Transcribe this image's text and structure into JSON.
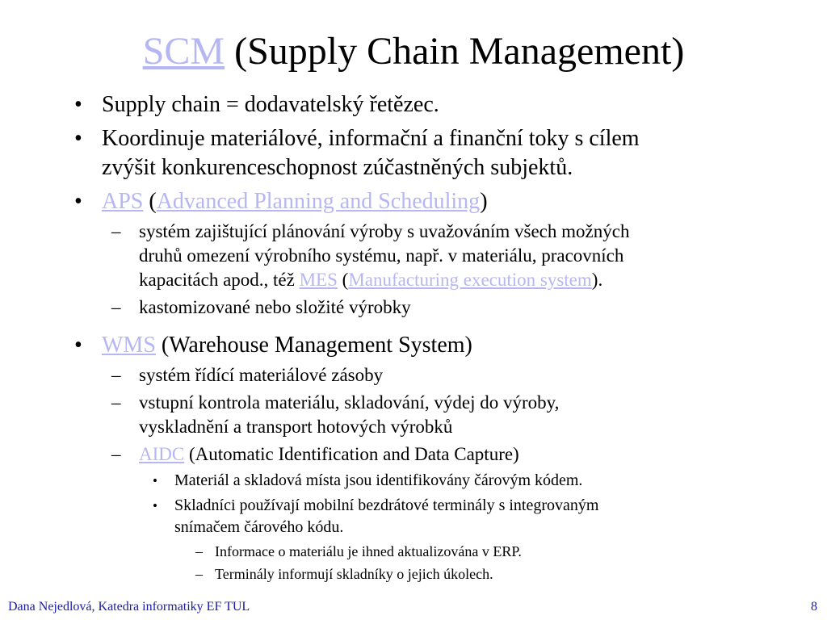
{
  "title": {
    "link": "SCM",
    "rest": " (Supply Chain Management)"
  },
  "bullets": {
    "b1": "Supply chain = dodavatelský řetězec.",
    "b2_line1": "Koordinuje materiálové, informační a finanční toky s cílem",
    "b2_line2": "zvýšit konkurenceschopnost zúčastněných subjektů.",
    "aps": {
      "link": "APS",
      "open": " (",
      "full_link": "Advanced Planning and Scheduling",
      "close": ")"
    },
    "aps_sub1_line1": "systém zajištující plánování výroby s uvažováním všech možných",
    "aps_sub1_line2": "druhů omezení výrobního systému, např. v materiálu, pracovních",
    "aps_sub1_line3_pre": "kapacitách apod., též ",
    "mes_link": "MES",
    "mes_open": " (",
    "mes_full_link": "Manufacturing execution system",
    "mes_close": ").",
    "aps_sub2": "kastomizované nebo složité výrobky",
    "wms": {
      "link": "WMS",
      "rest": " (Warehouse Management System)"
    },
    "wms_sub1": "systém řídící materiálové zásoby",
    "wms_sub2_line1": "vstupní kontrola materiálu, skladování, výdej do výroby,",
    "wms_sub2_line2": "vyskladnění a transport hotových výrobků",
    "aidc": {
      "link": "AIDC",
      "rest": " (Automatic Identification and Data Capture)"
    },
    "aidc_sub1": "Materiál a skladová místa jsou identifikovány čárovým kódem.",
    "aidc_sub2_line1": "Skladníci používají mobilní bezdrátové terminály s integrovaným",
    "aidc_sub2_line2": "snímačem čárového kódu.",
    "aidc_sub2_sub1": "Informace o materiálu je ihned aktualizována v ERP.",
    "aidc_sub2_sub2": "Terminály informují skladníky o jejich úkolech."
  },
  "markers": {
    "bullet": "•",
    "dash": "–"
  },
  "footer": {
    "author": "Dana Nejedlová, Katedra informatiky EF TUL",
    "page": "8"
  },
  "colors": {
    "link": "#b6b6f2",
    "footer": "#1a1aa6",
    "text": "#000000",
    "background": "#ffffff"
  }
}
